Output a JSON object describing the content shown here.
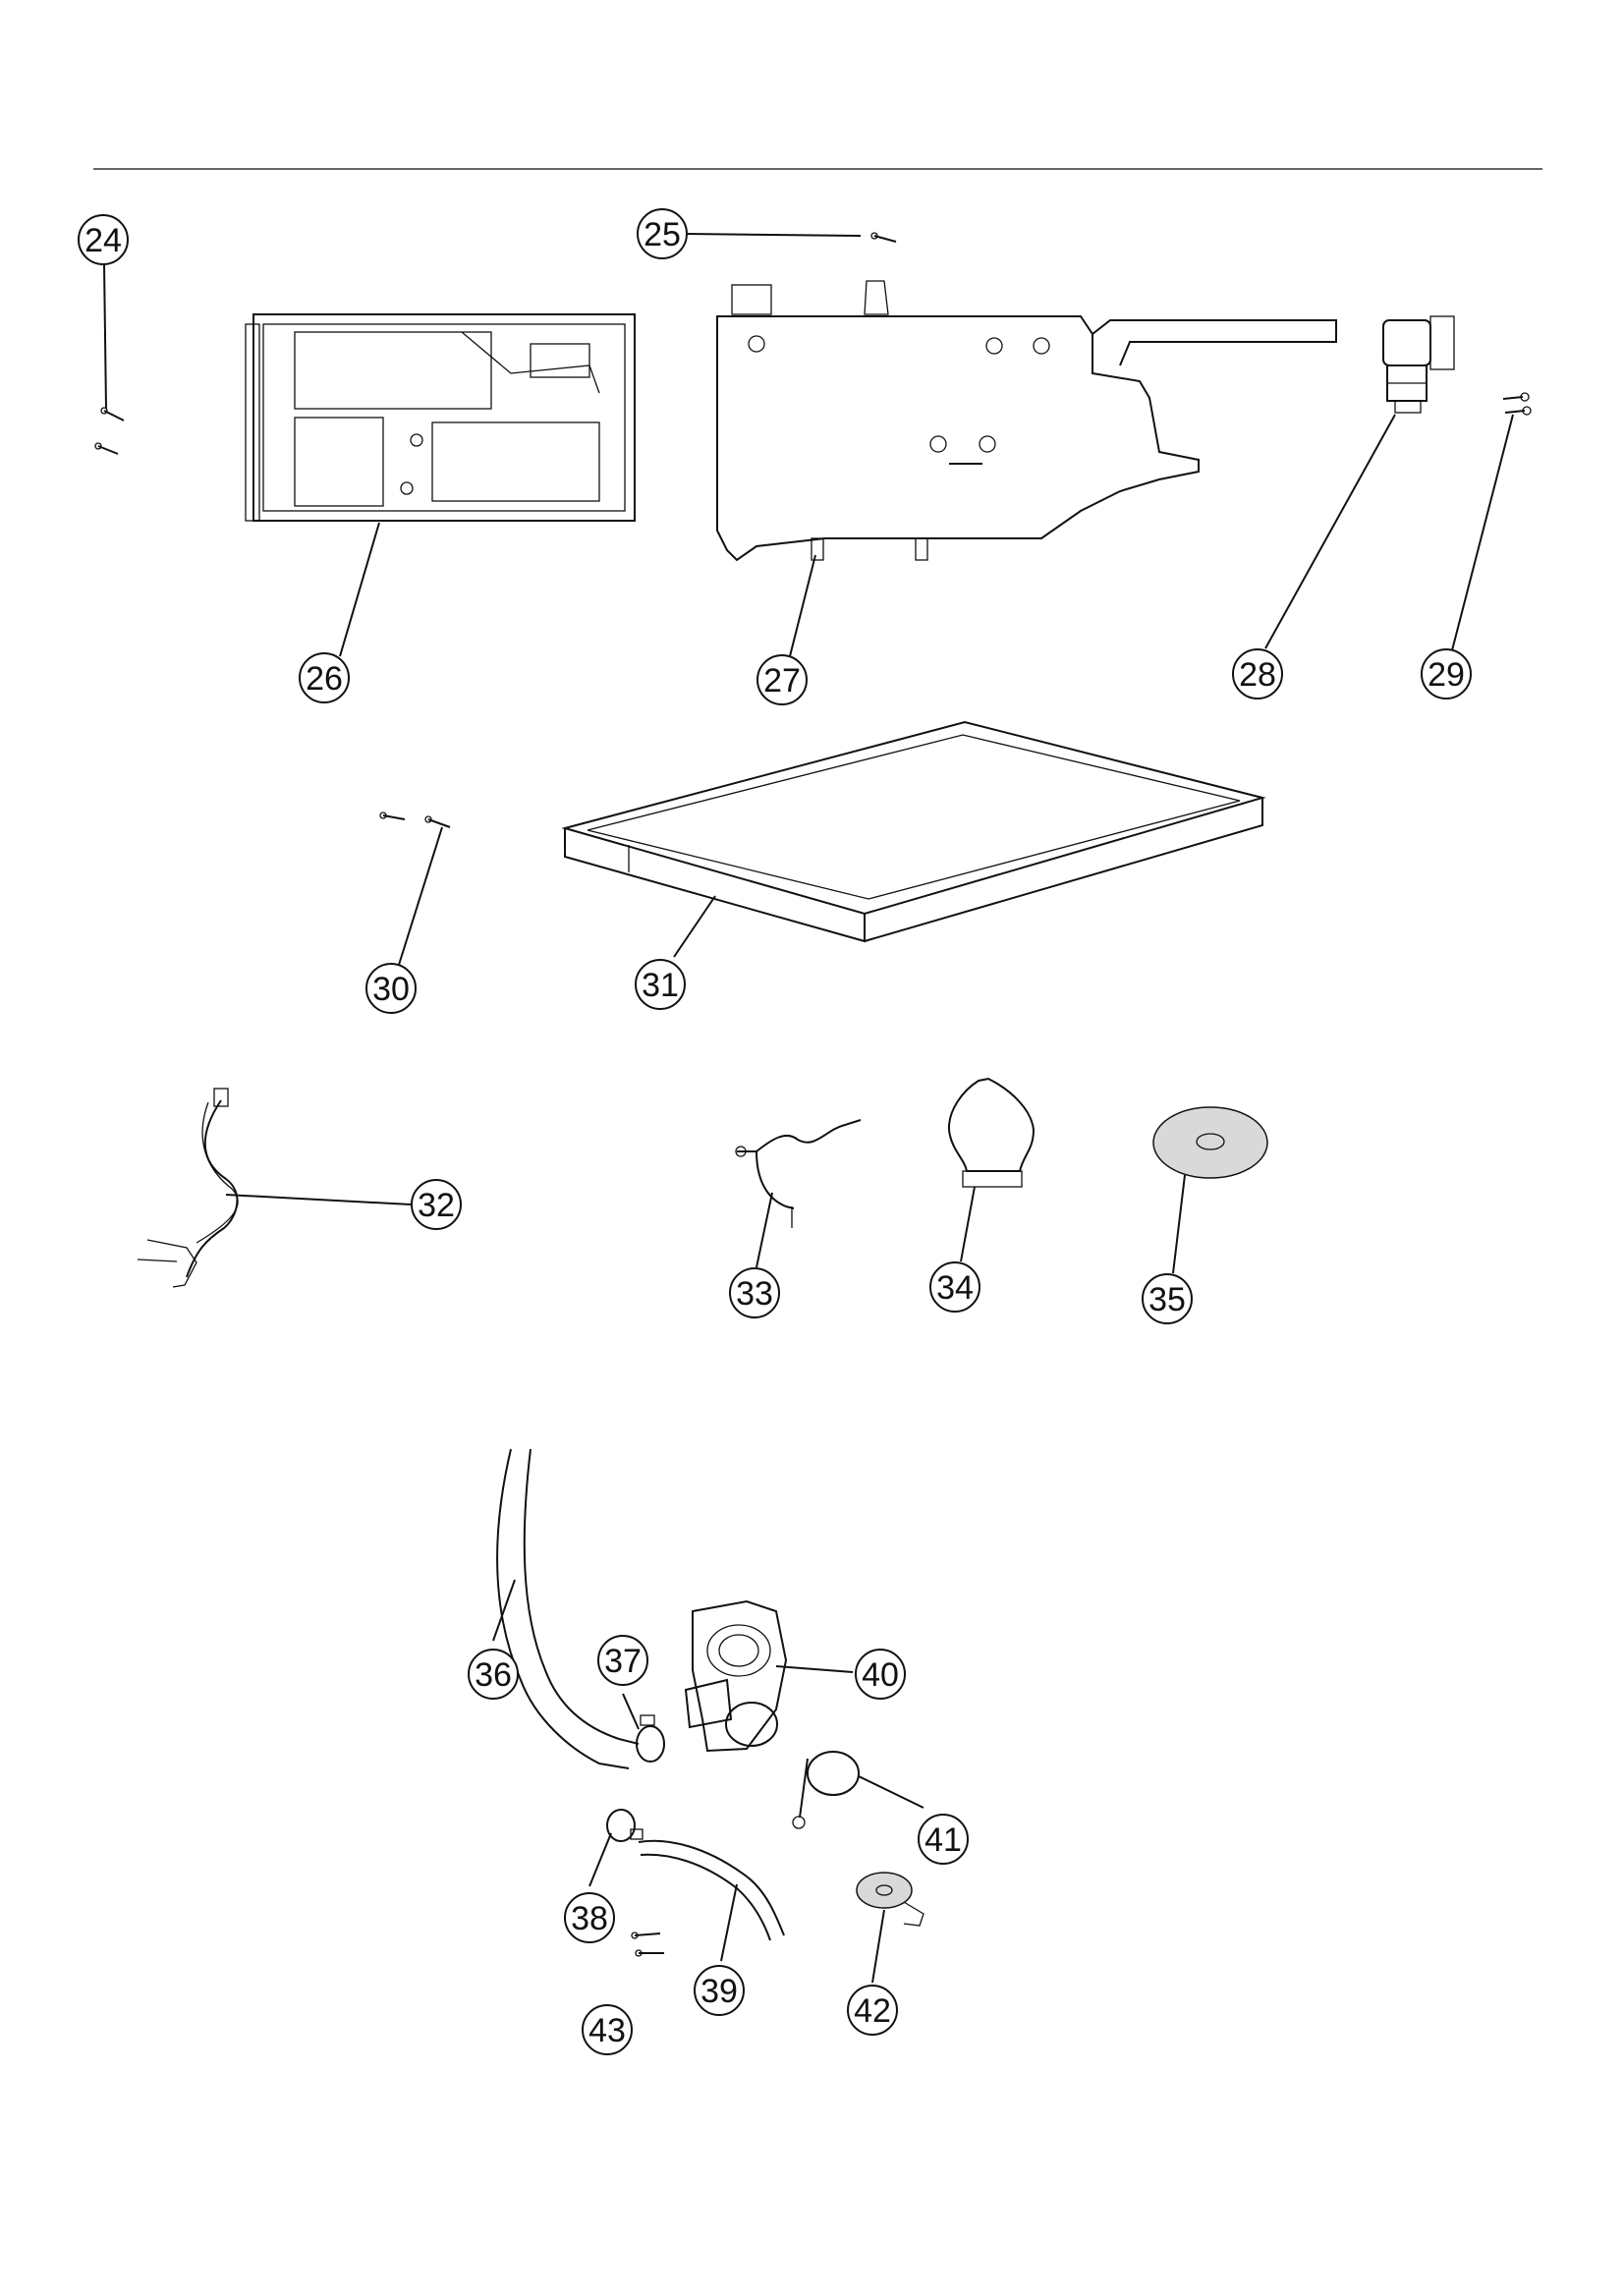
{
  "parts": [
    {
      "id": "p24",
      "label": "24"
    },
    {
      "id": "p25",
      "label": "25"
    },
    {
      "id": "p26",
      "label": "26"
    },
    {
      "id": "p27",
      "label": "27"
    },
    {
      "id": "p28",
      "label": "28"
    },
    {
      "id": "p29",
      "label": "29"
    },
    {
      "id": "p30",
      "label": "30"
    },
    {
      "id": "p31",
      "label": "31"
    },
    {
      "id": "p32",
      "label": "32"
    },
    {
      "id": "p33",
      "label": "33"
    },
    {
      "id": "p34",
      "label": "34"
    },
    {
      "id": "p35",
      "label": "35"
    },
    {
      "id": "p36",
      "label": "36"
    },
    {
      "id": "p37",
      "label": "37"
    },
    {
      "id": "p38",
      "label": "38"
    },
    {
      "id": "p39",
      "label": "39"
    },
    {
      "id": "p40",
      "label": "40"
    },
    {
      "id": "p41",
      "label": "41"
    },
    {
      "id": "p42",
      "label": "42"
    },
    {
      "id": "p43",
      "label": "43"
    }
  ],
  "colors": {
    "line": "#111111",
    "background": "#ffffff",
    "fill": "#d9d9d9"
  }
}
